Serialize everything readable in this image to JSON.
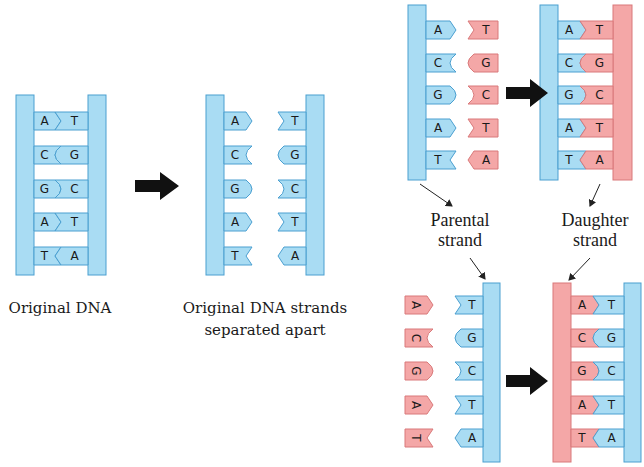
{
  "diagram": {
    "nodes": [
      {
        "text": [
          "A"
        ]
      },
      {
        "text": [
          "T"
        ]
      },
      {
        "text": [
          "C"
        ]
      },
      {
        "text": [
          "G"
        ]
      },
      {
        "text": [
          "G"
        ]
      },
      {
        "text": [
          "C"
        ]
      },
      {
        "text": [
          "A"
        ]
      },
      {
        "text": [
          "T"
        ]
      },
      {
        "text": [
          "T"
        ]
      },
      {
        "text": [
          "A"
        ]
      },
      {
        "text": [
          "A"
        ]
      },
      {
        "text": [
          "T"
        ]
      },
      {
        "text": [
          "C"
        ]
      },
      {
        "text": [
          "G"
        ]
      },
      {
        "text": [
          "G"
        ]
      },
      {
        "text": [
          "C"
        ]
      },
      {
        "text": [
          "A"
        ]
      },
      {
        "text": [
          "T"
        ]
      },
      {
        "text": [
          "T"
        ]
      },
      {
        "text": [
          "A"
        ]
      },
      {
        "text": [
          "A"
        ]
      },
      {
        "text": [
          "T"
        ]
      },
      {
        "text": [
          "C"
        ]
      },
      {
        "text": [
          "G"
        ]
      },
      {
        "text": [
          "G"
        ]
      },
      {
        "text": [
          "C"
        ]
      },
      {
        "text": [
          "A"
        ]
      },
      {
        "text": [
          "T"
        ]
      },
      {
        "text": [
          "T"
        ]
      },
      {
        "text": [
          "A"
        ]
      },
      {
        "text": [
          "A"
        ]
      },
      {
        "text": [
          "T"
        ]
      },
      {
        "text": [
          "C"
        ]
      },
      {
        "text": [
          "G"
        ]
      },
      {
        "text": [
          "G"
        ]
      },
      {
        "text": [
          "C"
        ]
      },
      {
        "text": [
          "A"
        ]
      },
      {
        "text": [
          "T"
        ]
      },
      {
        "text": [
          "T"
        ]
      },
      {
        "text": [
          "A"
        ]
      },
      {
        "text": [
          "A"
        ]
      },
      {
        "text": [
          "T"
        ]
      },
      {
        "text": [
          "C"
        ]
      },
      {
        "text": [
          "G"
        ]
      },
      {
        "text": [
          "G"
        ]
      },
      {
        "text": [
          "C"
        ]
      },
      {
        "text": [
          "A"
        ]
      },
      {
        "text": [
          "T"
        ]
      },
      {
        "text": [
          "T"
        ]
      },
      {
        "text": [
          "A"
        ]
      },
      {
        "text": [
          "A"
        ]
      },
      {
        "text": [
          "T"
        ]
      },
      {
        "text": [
          "C"
        ]
      },
      {
        "text": [
          "G"
        ]
      },
      {
        "text": [
          "G"
        ]
      },
      {
        "text": [
          "C"
        ]
      },
      {
        "text": [
          "A"
        ]
      },
      {
        "text": [
          "T"
        ]
      },
      {
        "text": [
          "T"
        ]
      },
      {
        "text": [
          "A"
        ]
      }
    ],
    "labels": [
      "Original DNA",
      "Original DNA strands separated apart",
      "Parental strand",
      "Daughter strand"
    ]
  }
}
